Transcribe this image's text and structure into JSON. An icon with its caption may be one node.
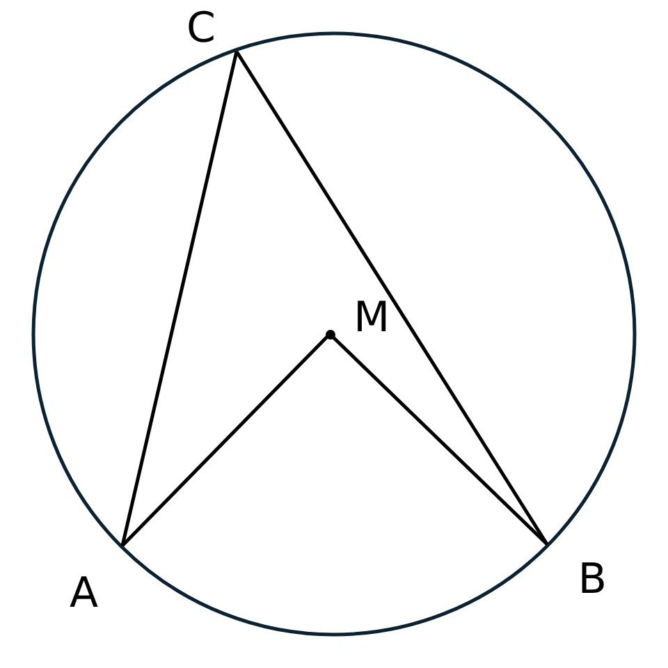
{
  "diagram": {
    "nodes": [
      {
        "text": [
          "C"
        ]
      },
      {
        "text": [
          "M"
        ]
      },
      {
        "text": [
          "A"
        ]
      },
      {
        "text": [
          "B"
        ]
      }
    ],
    "edges": [
      {
        "from": 0,
        "to": 2,
        "arrow": "none"
      },
      {
        "from": 0,
        "to": 3,
        "arrow": "none"
      },
      {
        "from": 1,
        "to": 2,
        "arrow": "none"
      },
      {
        "from": 1,
        "to": 3,
        "arrow": "none"
      }
    ]
  }
}
